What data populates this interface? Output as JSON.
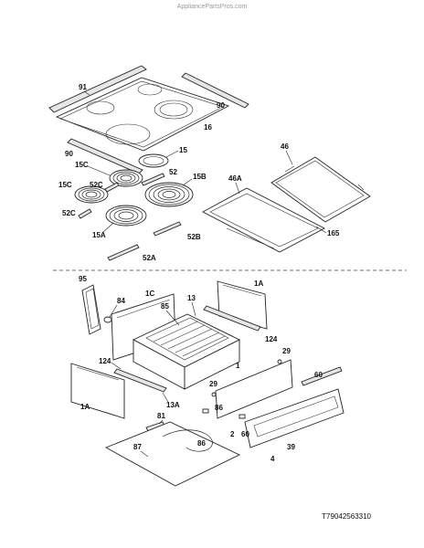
{
  "watermark": "AppliancePartsPros.com",
  "diagram_code": "T79042563310",
  "callouts": {
    "c91": "91",
    "c90a": "90",
    "c90b": "90",
    "c16": "16",
    "c15": "15",
    "c15c_top": "15C",
    "c52c_top": "52C",
    "c52_top": "52",
    "c15b": "15B",
    "c15c": "15C",
    "c52c": "52C",
    "c15a": "15A",
    "c52b": "52B",
    "c52a": "52A",
    "c46": "46",
    "c46a": "46A",
    "c165": "165",
    "c95": "95",
    "c84": "84",
    "c1c": "1C",
    "c85": "85",
    "c13": "13",
    "c1a_top": "1A",
    "c124_top": "124",
    "c124_left": "124",
    "c1": "1",
    "c29a": "29",
    "c29b": "29",
    "c60a": "60",
    "c60b": "60",
    "c1a_left": "1A",
    "c13a": "13A",
    "c86a": "86",
    "c86b": "86",
    "c81": "81",
    "c87": "87",
    "c2": "2",
    "c39": "39",
    "c4": "4"
  }
}
